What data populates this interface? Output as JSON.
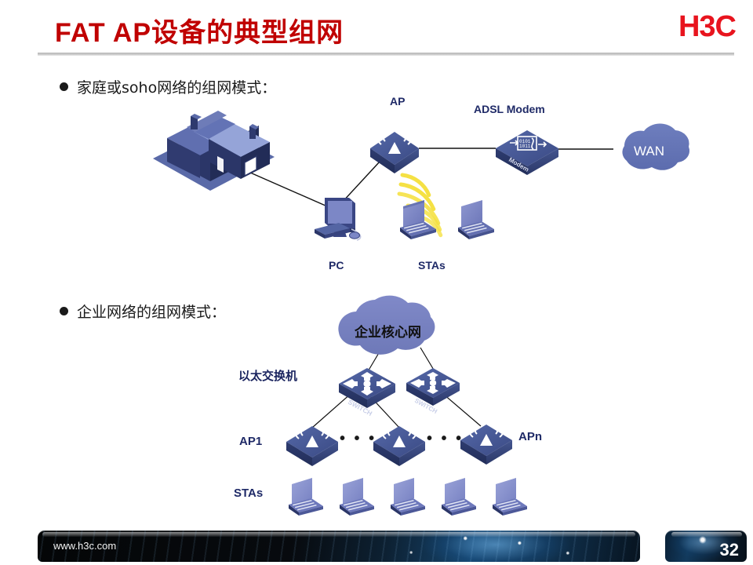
{
  "header": {
    "title": "FAT AP设备的典型组网",
    "logo": "H3C",
    "logo_color": "#E8141E",
    "title_color": "#C00000"
  },
  "bullets": [
    {
      "text": "家庭或soho网络的组网模式："
    },
    {
      "text": "企业网络的组网模式："
    }
  ],
  "diagram_home": {
    "labels": {
      "ap": "AP",
      "adsl_modem": "ADSL Modem",
      "pc": "PC",
      "stas": "STAs"
    },
    "cloud_wan": "WAN",
    "modem_icon_text": "Modem",
    "wifi_wave_color": "#F5E03A",
    "device_color": "#3D4E8C",
    "cloud_color": "#6677B8"
  },
  "diagram_enterprise": {
    "cloud_core": "企业核心网",
    "labels": {
      "switch": "以太交换机",
      "ap_first": "AP1",
      "ap_last": "APn",
      "stas": "STAs"
    },
    "switch_icon_text": "SWITCH",
    "ellipsis": "• • •",
    "cloud_color": "#7A85C2",
    "device_color": "#3D4E8C"
  },
  "footer": {
    "url": "www.h3c.com",
    "page_number": "32"
  }
}
